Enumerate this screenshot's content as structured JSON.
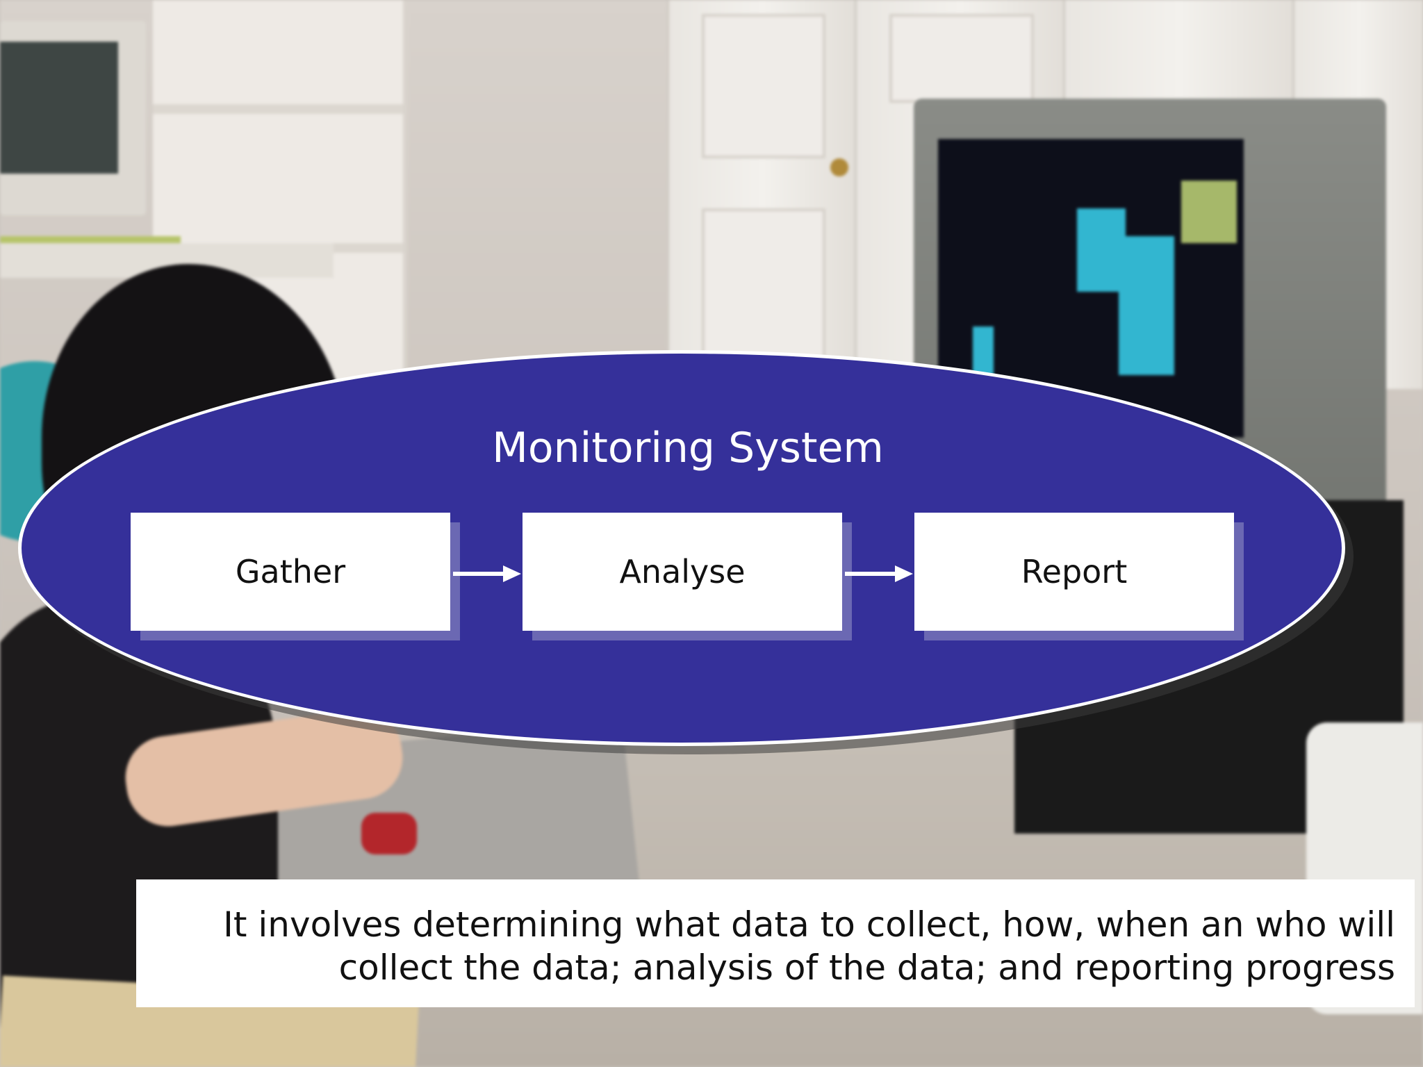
{
  "diagram": {
    "title": "Monitoring System",
    "stages": [
      {
        "label": "Gather"
      },
      {
        "label": "Analyse"
      },
      {
        "label": "Report"
      }
    ],
    "colors": {
      "ellipse_fill": "#35309a",
      "ellipse_border": "#ffffff",
      "box_fill": "#ffffff",
      "box_shadow": "#6b68b3",
      "arrow": "#ffffff"
    }
  },
  "caption": {
    "line1": "It involves determining what data to collect, how, when an who will",
    "line2": "collect the data; analysis of the data; and reporting progress"
  }
}
